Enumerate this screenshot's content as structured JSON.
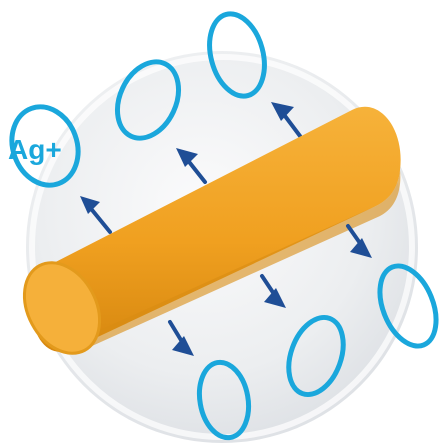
{
  "ion_label": "Ag+",
  "colors": {
    "background": "#ffffff",
    "disc": "#e8eaed",
    "disc_highlight": "#f6f7f8",
    "fiber": "#f0a020",
    "fiber_shade": "#d98c12",
    "fiber_end": "#f5b03a",
    "ion_ring": "#1aa7dc",
    "arrow": "#1f4e96",
    "label": "#1aa7dc"
  },
  "icons": {
    "fiber": "silver-fiber-cylinder",
    "ion": "silver-ion-ring",
    "arrow": "release-arrow"
  }
}
